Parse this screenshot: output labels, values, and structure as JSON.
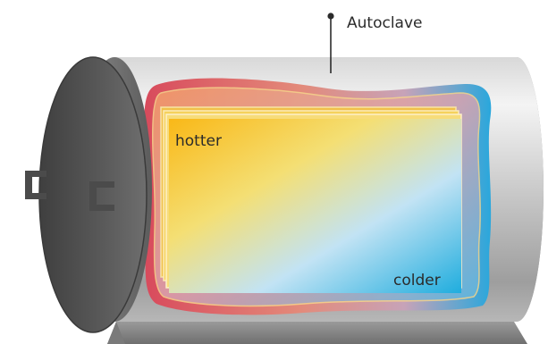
{
  "labels": {
    "autoclave": "Autoclave",
    "hotter": "hotter",
    "colder": "colder"
  },
  "colors": {
    "cylinder_light": "#e3e3e3",
    "cylinder_mid": "#b9b9b9",
    "cylinder_dark": "#8c8c8c",
    "lid_dark": "#4f4f4f",
    "lid_light": "#7a7a7a",
    "stand": "#8d8d8d",
    "hot": "#f7b21a",
    "warm": "#f3de6a",
    "cool": "#bfe3f5",
    "cold": "#22aee0",
    "heat_red": "#d8545f",
    "heat_blue": "#2aa7dc"
  },
  "icons": [
    "latch-icon",
    "latch-icon"
  ]
}
